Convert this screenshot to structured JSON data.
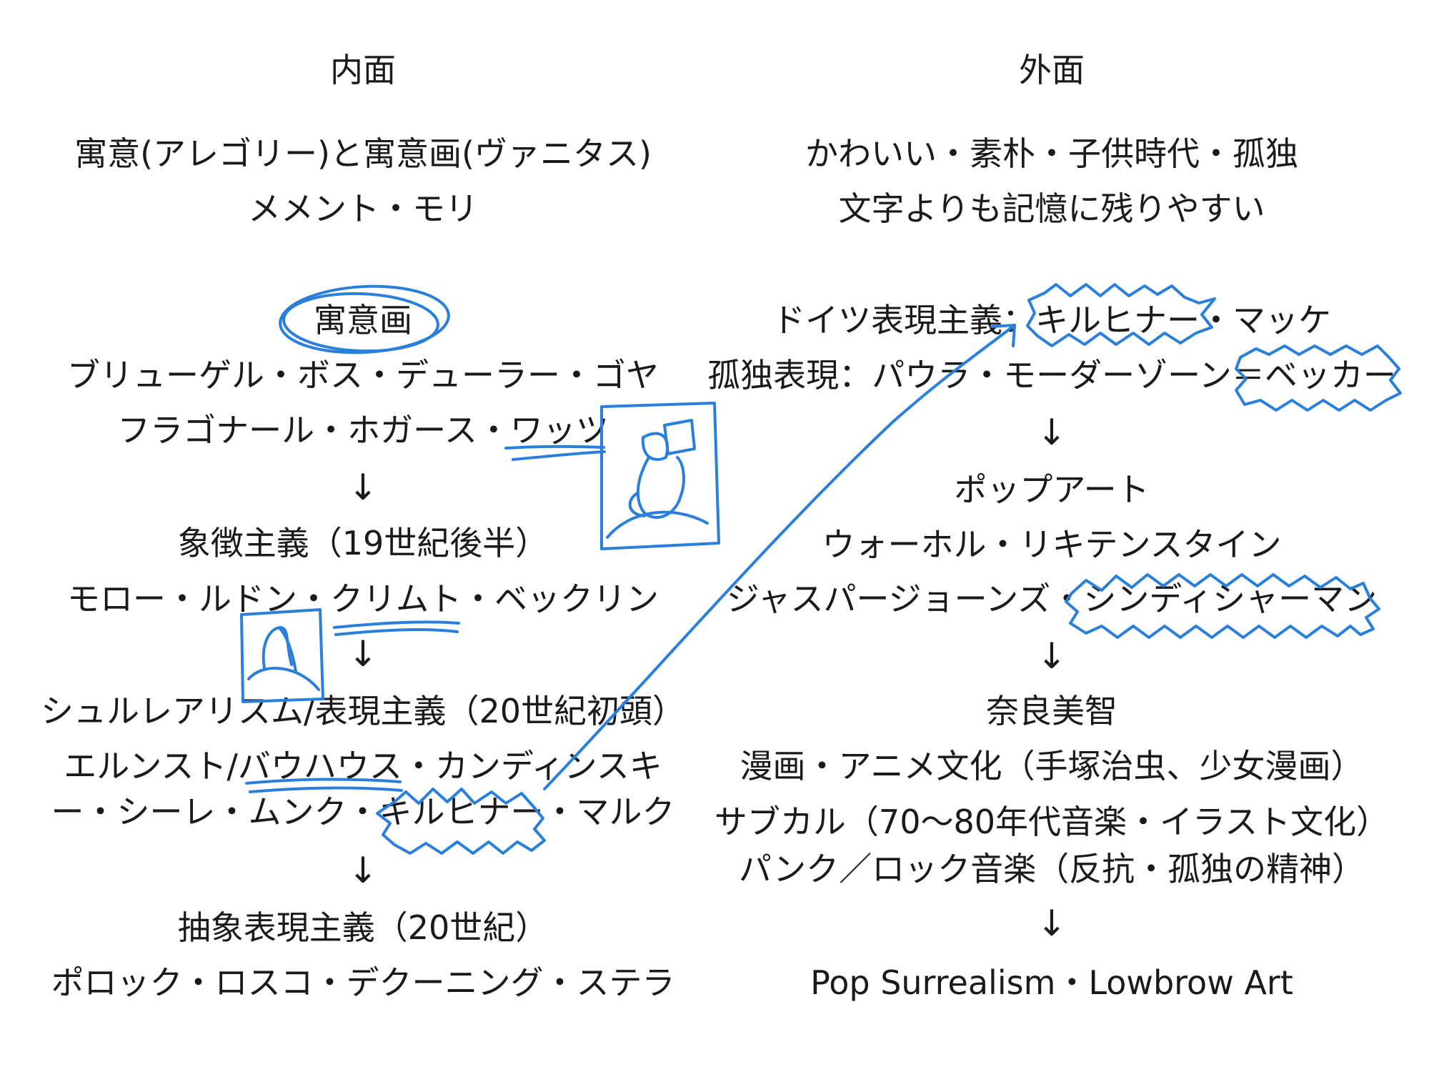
{
  "annotation_color": "#2a7fdc",
  "left": {
    "heading": "内面",
    "intro": [
      "寓意(アレゴリー)と寓意画(ヴァニタス)",
      "メメント・モリ"
    ],
    "circled_label": "寓意画",
    "flow_lines": [
      "ブリューゲル・ボス・デューラー・ゴヤ",
      "フラゴナール・ホガース・ワッツ",
      "↓",
      "象徴主義（19世紀後半）",
      "モロー・ルドン・クリムト・ベックリン",
      "↓",
      "シュルレアリスム/表現主義（20世紀初頭）",
      "エルンスト/バウハウス・カンディンスキ",
      "ー・シーレ・ムンク・キルヒナー・マルク",
      "↓",
      "抽象表現主義（20世紀）",
      "ポロック・ロスコ・デクーニング・ステラ"
    ]
  },
  "right": {
    "heading": "外面",
    "intro": [
      "かわいい・素朴・子供時代・孤独",
      "文字よりも記憶に残りやすい"
    ],
    "flow_lines": [
      "ドイツ表現主義：キルヒナー・マッケ",
      "孤独表現：パウラ・モーダーゾーン＝ベッカー",
      "↓",
      "ポップアート",
      "ウォーホル・リキテンスタイン",
      "ジャスパージョーンズ・シンディシャーマン",
      "↓",
      "奈良美智",
      "漫画・アニメ文化（手塚治虫、少女漫画）",
      "サブカル（70〜80年代音楽・イラスト文化）",
      "パンク／ロック音楽（反抗・孤独の精神）",
      "↓",
      "Pop Surrealism・Lowbrow Art"
    ]
  }
}
